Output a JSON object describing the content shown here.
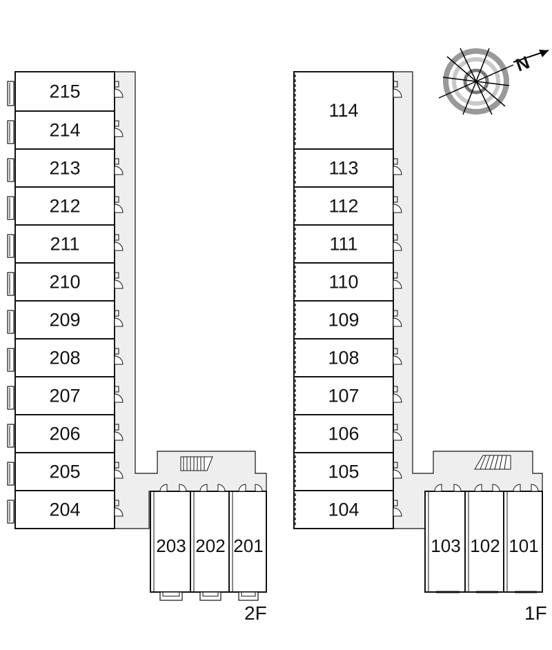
{
  "floors": [
    {
      "label": "2F",
      "long_block_units": [
        "215",
        "214",
        "213",
        "212",
        "211",
        "210",
        "209",
        "208",
        "207",
        "206",
        "205",
        "204"
      ],
      "short_block_units": [
        "203",
        "202",
        "201"
      ]
    },
    {
      "label": "1F",
      "long_block_units": [
        "114",
        "113",
        "112",
        "111",
        "110",
        "109",
        "108",
        "107",
        "106",
        "105",
        "104"
      ],
      "short_block_units": [
        "103",
        "102",
        "101"
      ]
    }
  ],
  "compass": {
    "north_label": "N",
    "icon": "compass-icon"
  },
  "colors": {
    "corridor": "#eeeeee",
    "line": "#111111",
    "compass_ring": "#999999"
  }
}
